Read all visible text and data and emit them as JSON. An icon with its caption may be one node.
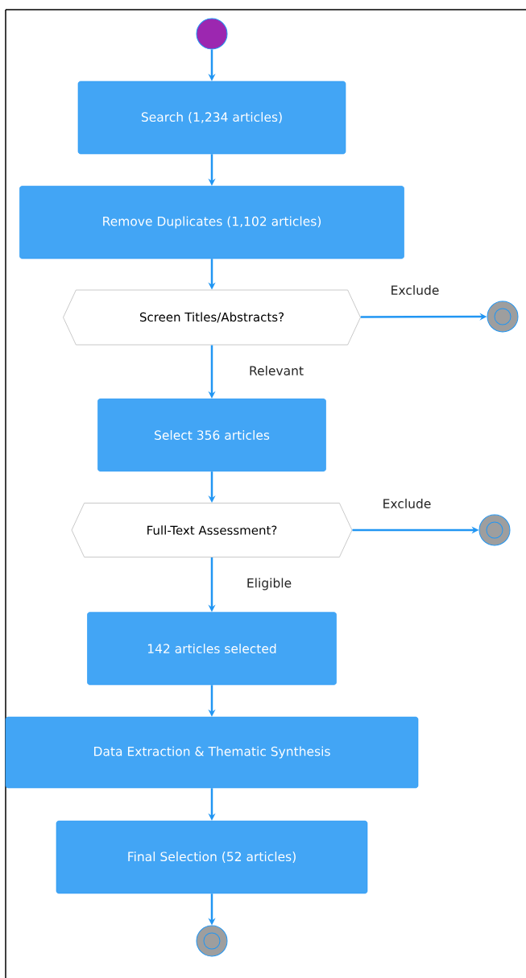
{
  "diagram": {
    "nodes": [
      {
        "text": [],
        "shape": "circle"
      },
      {
        "text": [
          "Search (1,234 articles)"
        ]
      },
      {
        "text": [
          "Remove Duplicates (1,102 articles)"
        ]
      },
      {
        "text": [
          "Screen Titles/Abstracts?"
        ]
      },
      {
        "text": [],
        "shape": "bullseye"
      },
      {
        "text": [
          "Select 356 articles"
        ]
      },
      {
        "text": [
          "Full-Text Assessment?"
        ]
      },
      {
        "text": [],
        "shape": "bullseye"
      },
      {
        "text": [
          "142 articles selected"
        ]
      },
      {
        "text": [
          "Data Extraction & Thematic Synthesis"
        ]
      },
      {
        "text": [
          "Final Selection (52 articles)"
        ]
      },
      {
        "text": [],
        "shape": "bullseye"
      }
    ],
    "edges": [
      {
        "from": 0,
        "to": 1,
        "arrow": "to"
      },
      {
        "from": 1,
        "to": 2,
        "arrow": "to"
      },
      {
        "from": 2,
        "to": 3,
        "arrow": "to"
      },
      {
        "from": 3,
        "to": 4,
        "arrow": "to",
        "label": "Exclude"
      },
      {
        "from": 3,
        "to": 5,
        "arrow": "to",
        "label": "Relevant"
      },
      {
        "from": 5,
        "to": 6,
        "arrow": "to"
      },
      {
        "from": 6,
        "to": 7,
        "arrow": "to",
        "label": "Exclude"
      },
      {
        "from": 6,
        "to": 8,
        "arrow": "to",
        "label": "Eligible"
      },
      {
        "from": 8,
        "to": 9,
        "arrow": "to"
      },
      {
        "from": 9,
        "to": 10,
        "arrow": "to"
      },
      {
        "from": 10,
        "to": 11,
        "arrow": "to"
      }
    ]
  }
}
